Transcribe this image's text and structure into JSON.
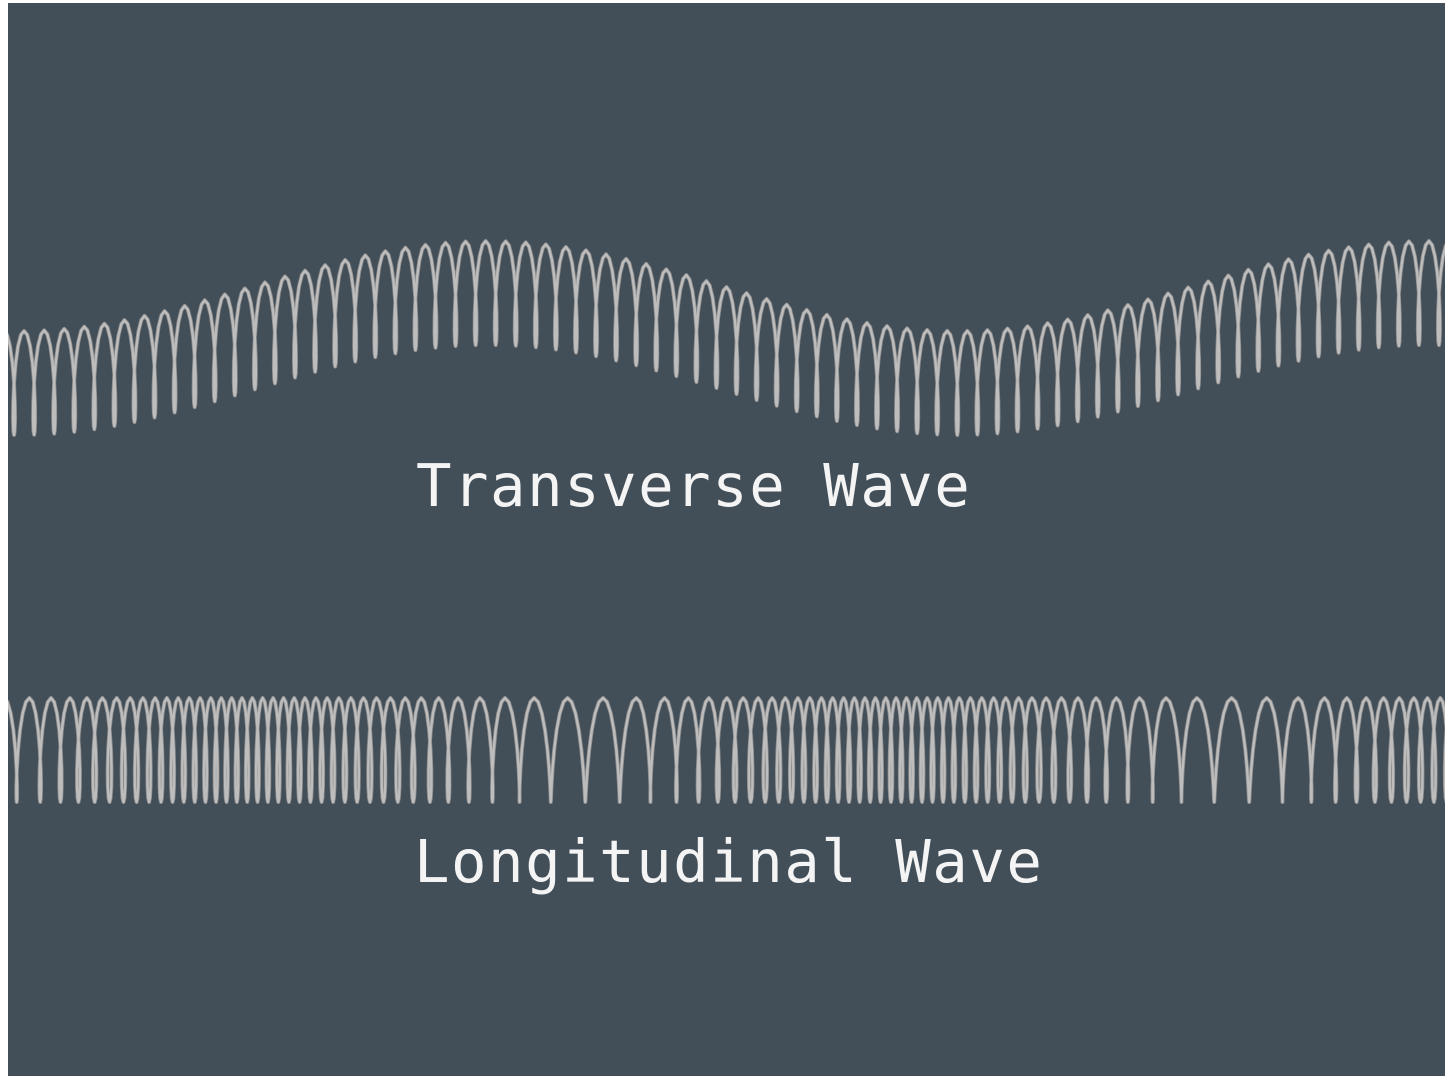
{
  "background_color": "#424e58",
  "spring_color": "#bdbdbd",
  "transverse": {
    "label": "Transverse Wave",
    "coil_count": 72
  },
  "longitudinal": {
    "label": "Longitudinal Wave",
    "coil_count": 90
  }
}
